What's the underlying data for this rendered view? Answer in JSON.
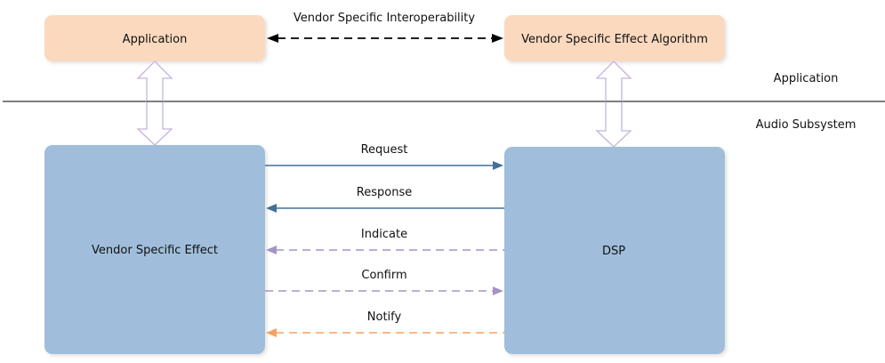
{
  "diagram": {
    "layers": {
      "application_label": "Application",
      "audio_subsystem_label": "Audio Subsystem"
    },
    "boxes": {
      "application": "Application",
      "vendor_algorithm": "Vendor Specific Effect Algorithm",
      "vendor_effect": "Vendor Specific Effect",
      "dsp": "DSP"
    },
    "interop_label": "Vendor Specific Interoperability",
    "messages": [
      {
        "label": "Request",
        "direction": "to-dsp",
        "style": "solid",
        "color": "#41719C"
      },
      {
        "label": "Response",
        "direction": "to-effect",
        "style": "solid",
        "color": "#41719C"
      },
      {
        "label": "Indicate",
        "direction": "to-effect",
        "style": "dashed",
        "color": "#A694C4"
      },
      {
        "label": "Confirm",
        "direction": "to-dsp",
        "style": "dashed",
        "color": "#A694C4"
      },
      {
        "label": "Notify",
        "direction": "to-effect",
        "style": "dashed",
        "color": "#F4A460"
      }
    ],
    "colors": {
      "app_box_fill": "#FAD9BE",
      "subsystem_box_fill": "#A0BEDB",
      "double_arrow_stroke": "#C4B5DC",
      "divider": "#333333"
    }
  }
}
